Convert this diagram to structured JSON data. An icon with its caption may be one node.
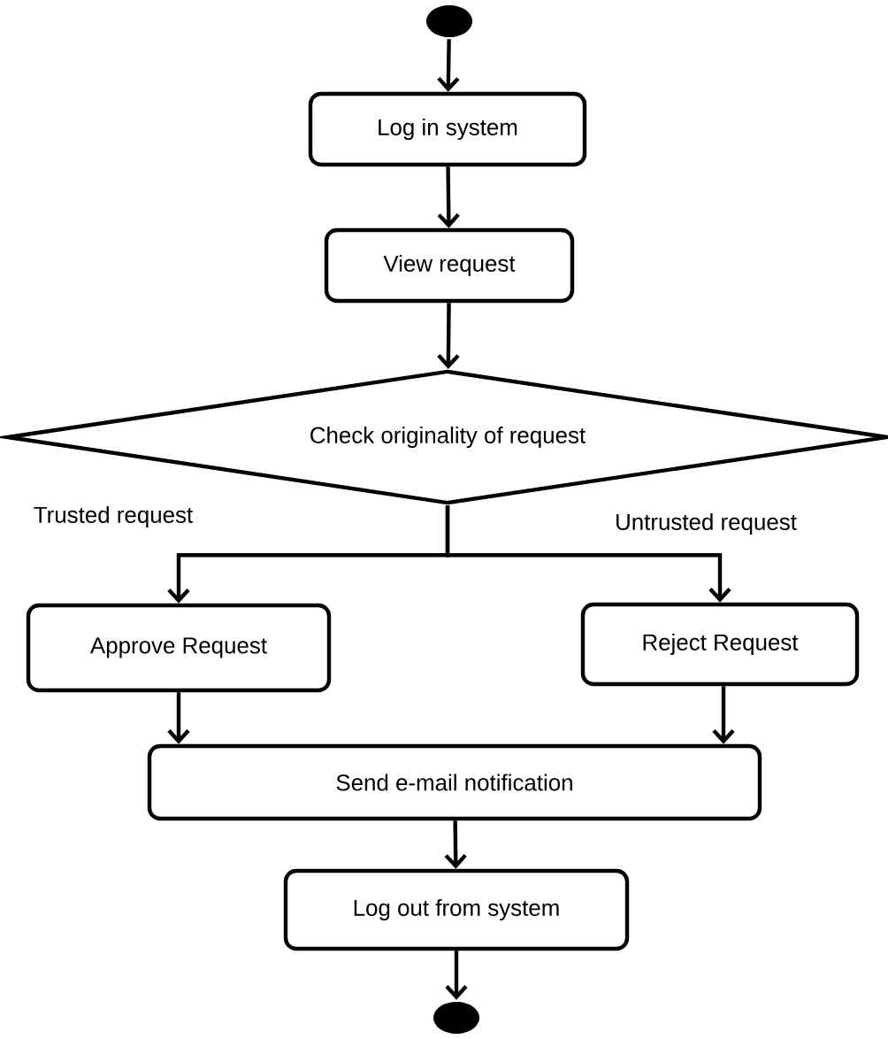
{
  "diagram": {
    "nodes": [
      {
        "text": [],
        "shape": "circle"
      },
      {
        "text": [
          "Log in system"
        ]
      },
      {
        "text": [
          "View request"
        ]
      },
      {
        "text": [
          "Check originality of request"
        ]
      },
      {
        "text": [
          "Approve Request"
        ]
      },
      {
        "text": [
          "Reject Request"
        ]
      },
      {
        "text": [
          "Send e-mail notification"
        ]
      },
      {
        "text": [
          "Log out from system"
        ]
      },
      {
        "text": [],
        "shape": "circle"
      }
    ],
    "edges": [
      {
        "from": 0,
        "to": 1,
        "arrow": "to"
      },
      {
        "from": 1,
        "to": 2,
        "arrow": "to"
      },
      {
        "from": 2,
        "to": 3,
        "arrow": "to"
      },
      {
        "from": 3,
        "to": 4,
        "arrow": "to",
        "label": "Trusted request"
      },
      {
        "from": 3,
        "to": 5,
        "arrow": "to",
        "label": "Untrusted request"
      },
      {
        "from": 4,
        "to": 6,
        "arrow": "to"
      },
      {
        "from": 5,
        "to": 6,
        "arrow": "to"
      },
      {
        "from": 6,
        "to": 7,
        "arrow": "to"
      },
      {
        "from": 7,
        "to": 8,
        "arrow": "to"
      }
    ]
  }
}
